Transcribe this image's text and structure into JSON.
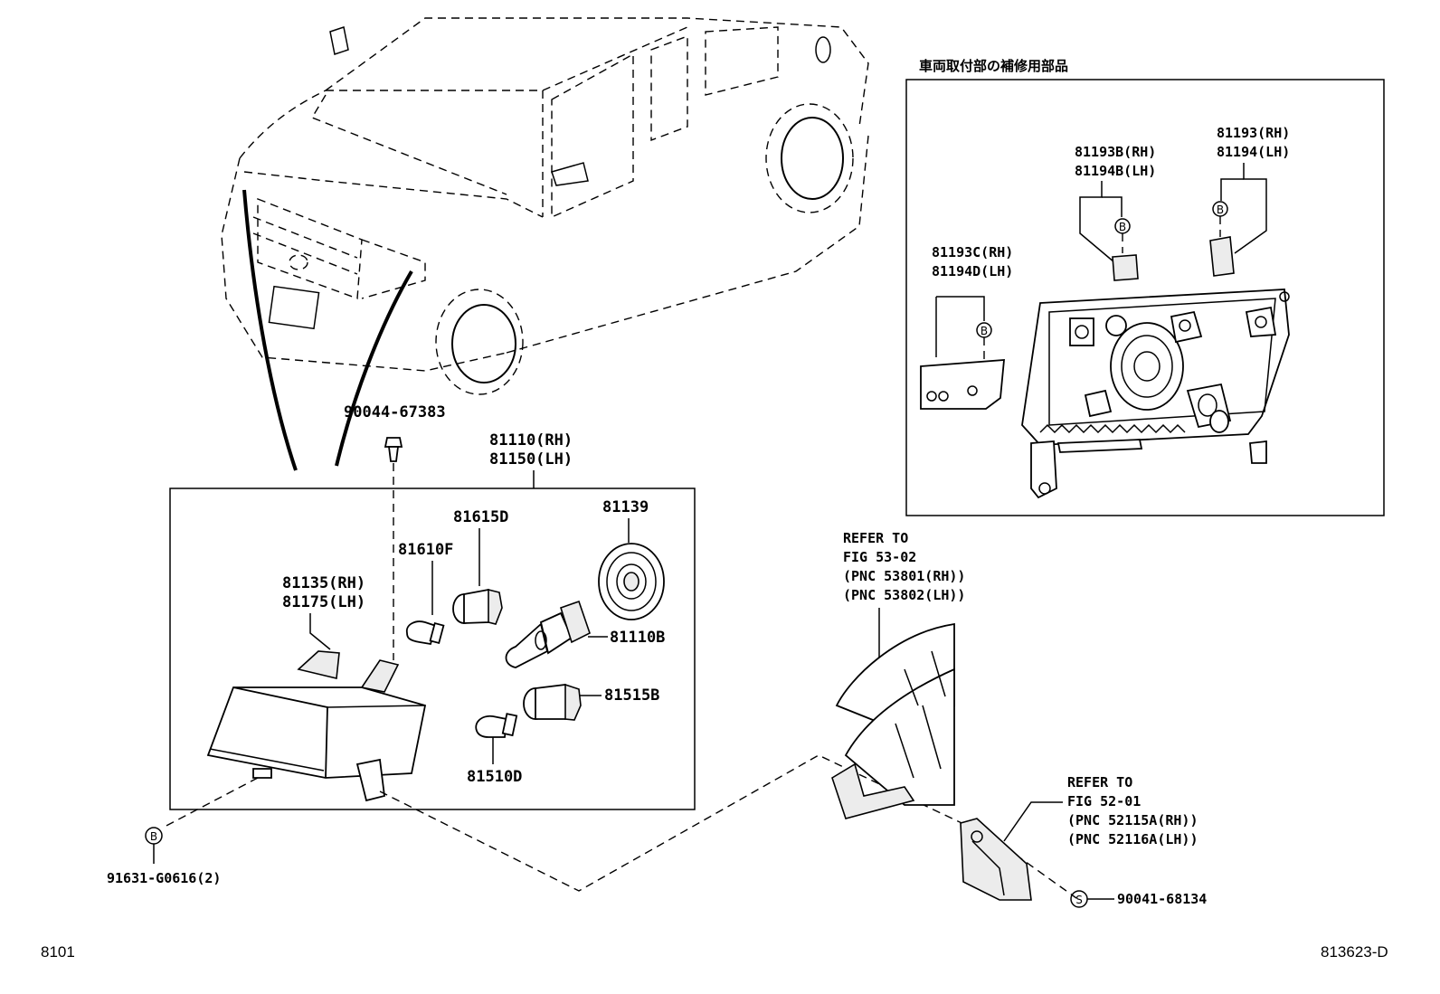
{
  "header": {
    "repair_parts_title": "車両取付部の補修用部品"
  },
  "main_box": {
    "title_line1": "81110(RH)",
    "title_line2": "81150(LH)"
  },
  "parts": {
    "clip_top": "90044-67383",
    "headlamp_unit_rh": "81135(RH)",
    "headlamp_unit_lh": "81175(LH)",
    "bulb_81610f": "81610F",
    "socket_81615d": "81615D",
    "cover_81139": "81139",
    "bulb_81110b": "81110B",
    "socket_81515b": "81515B",
    "bulb_81510d": "81510D",
    "screw_bottom": "91631-G0616(2)",
    "screw_right": "90041-68134"
  },
  "repair_box": {
    "bracket_c_rh": "81193C(RH)",
    "bracket_d_lh": "81194D(LH)",
    "bracket_b_rh": "81193B(RH)",
    "bracket_b_lh": "81194B(LH)",
    "bracket_rh": "81193(RH)",
    "bracket_lh": "81194(LH)"
  },
  "refer_fig53": {
    "line1": "REFER TO",
    "line2": "FIG 53-02",
    "line3": "(PNC 53801(RH))",
    "line4": "(PNC 53802(LH))"
  },
  "refer_fig52": {
    "line1": "REFER TO",
    "line2": "FIG 52-01",
    "line3": "(PNC 52115A(RH))",
    "line4": "(PNC 52116A(LH))"
  },
  "markers": {
    "b": "B",
    "s": "S"
  },
  "footer": {
    "left_code": "8101",
    "right_code": "813623-D"
  }
}
